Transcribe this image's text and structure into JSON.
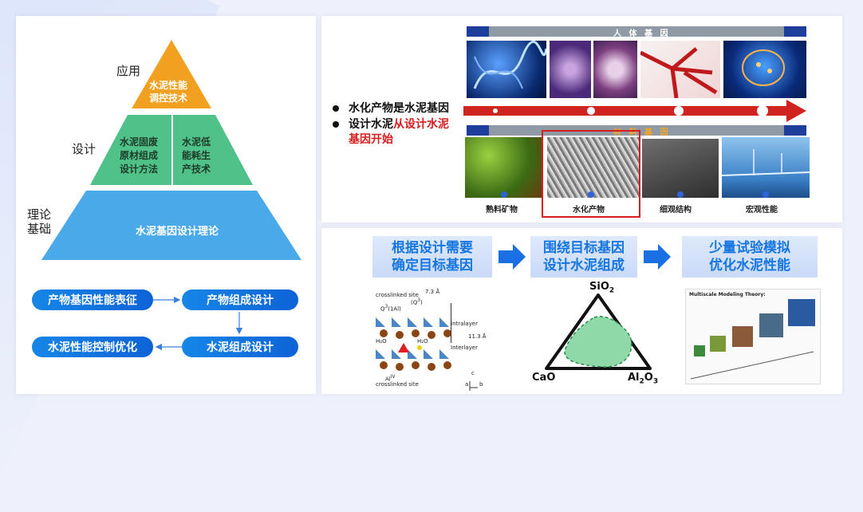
{
  "pyramid": {
    "labels": {
      "application": "应用",
      "design": "设计",
      "theory_line1": "理论",
      "theory_line2": "基础"
    },
    "top": {
      "line1": "水泥性能",
      "line2": "调控技术"
    },
    "middle_left": {
      "line1": "水泥固废",
      "line2": "原材组成",
      "line3": "设计方法"
    },
    "middle_right": {
      "line1": "水泥低",
      "line2": "能耗生",
      "line3": "产技术"
    },
    "base": "水泥基因设计理论"
  },
  "flow": {
    "box1": "产物基因性能表征",
    "box2": "产物组成设计",
    "box3": "水泥组成设计",
    "box4": "水泥性能控制优化"
  },
  "concept": {
    "bullet1": "水化产物是水泥基因",
    "bullet2_part1": "设计水泥",
    "bullet2_part2": "从设计水泥",
    "bullet2_part3": "基因开始",
    "human_gene_title": "人 体 基 因",
    "material_gene_title": "材 料 基 因",
    "captions": [
      "熟料矿物",
      "水化产物",
      "细观结构",
      "宏观性能"
    ]
  },
  "workflow": {
    "step1": {
      "line1": "根据设计需要",
      "line2": "确定目标基因"
    },
    "step2": {
      "line1": "围绕目标基因",
      "line2": "设计水泥组成"
    },
    "step3": {
      "line1": "少量试验模拟",
      "line2": "优化水泥性能"
    },
    "structure": {
      "crosslinked": "crosslinked site",
      "q3": "(Q",
      "dim1": "7.3 Å",
      "q3al": "Q",
      "intralayer": "Intralayer",
      "dim2": "11.3 Å",
      "interlayer": "Interlayer",
      "h2o_a": "H₂O",
      "h2o_b": "H₂O",
      "alIV": "Al",
      "crosslinked2": "crosslinked site",
      "axis_a": "a",
      "axis_b": "b",
      "axis_c": "c"
    },
    "ternary": {
      "top": "SiO",
      "left": "CaO",
      "right": "Al"
    },
    "multiscale_title": "Multiscale Modeling Theory:"
  },
  "colors": {
    "orange": "#f2a020",
    "green": "#4fc189",
    "blue": "#4aa9e9",
    "accent_red": "#d61e1e",
    "blue_text": "#1676e0"
  }
}
